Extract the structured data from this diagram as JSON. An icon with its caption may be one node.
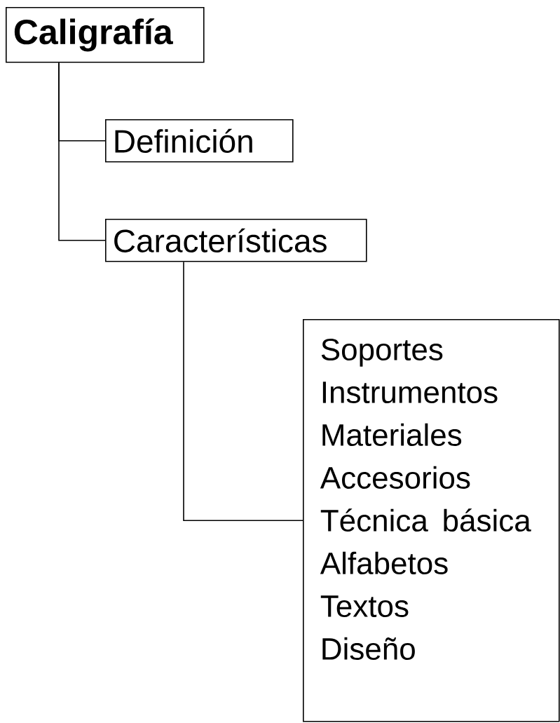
{
  "diagram": {
    "nodes": [
      {
        "text": [
          "Caligrafía"
        ]
      },
      {
        "text": [
          "Definición"
        ]
      },
      {
        "text": [
          "Características"
        ]
      },
      {
        "text": [
          "Soportes",
          "Instrumentos",
          "Materiales",
          "Accesorios",
          "Técnica básica",
          "Alfabetos",
          "Textos",
          "Diseño"
        ]
      }
    ],
    "edges": [
      {
        "from": 0,
        "to": 1,
        "arrow": "none"
      },
      {
        "from": 0,
        "to": 2,
        "arrow": "none"
      },
      {
        "from": 2,
        "to": 3,
        "arrow": "none"
      }
    ]
  }
}
